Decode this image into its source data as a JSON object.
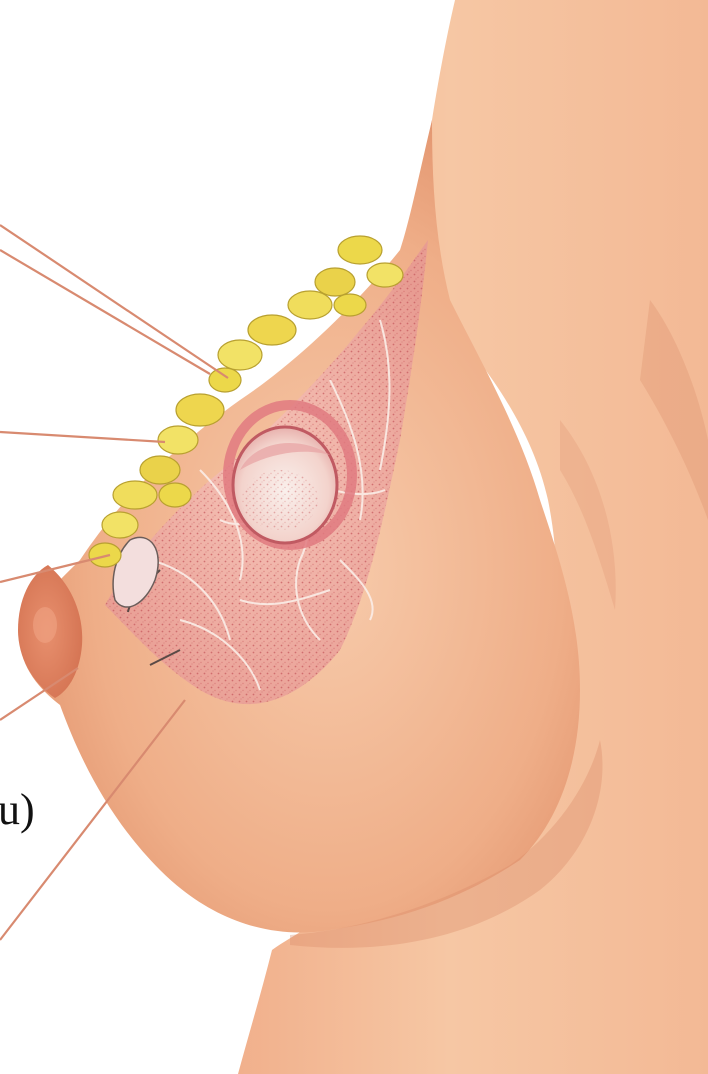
{
  "image": {
    "subject": "breast-cross-section-with-tumor",
    "colors": {
      "background": "#ffffff",
      "skin_light": "#f6c7a4",
      "skin_mid": "#eeae88",
      "skin_shadow": "#d98a66",
      "fat_yellow": "#ecd84a",
      "fat_highlight": "#f6ec86",
      "gland_pink": "#f2b6ac",
      "gland_red": "#c85a5a",
      "tumor_ring": "#e07a80",
      "leader_line": "#d88a70",
      "label_text": "#111111"
    }
  },
  "labels": {
    "fragment_text": "u)"
  },
  "leader_lines": [
    {
      "name": "leader-line-1"
    },
    {
      "name": "leader-line-2"
    },
    {
      "name": "leader-line-3"
    },
    {
      "name": "leader-line-4"
    },
    {
      "name": "leader-line-5"
    },
    {
      "name": "leader-line-6"
    }
  ]
}
